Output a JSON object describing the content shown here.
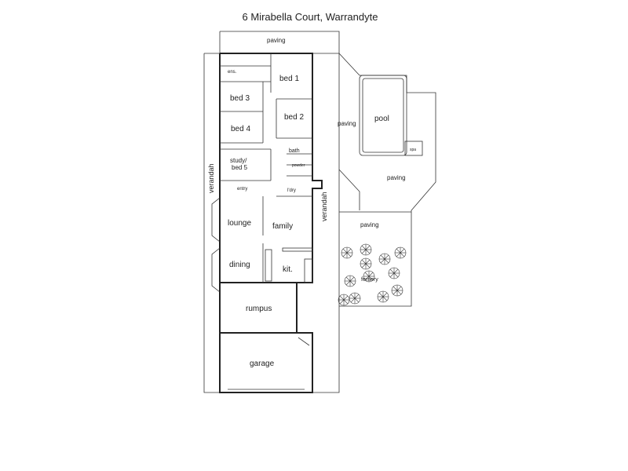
{
  "title": "6 Mirabella Court, Warrandyte",
  "labels": {
    "paving_top": "paving",
    "bed1": "bed 1",
    "ens": "ens.",
    "bed3": "bed 3",
    "bed2": "bed 2",
    "bed4": "bed 4",
    "bath": "bath",
    "powder": "powder",
    "study": "study/",
    "study2": "bed 5",
    "entry": "entry",
    "ldry": "l'dry",
    "verandah_left": "verandah",
    "verandah_right": "verandah",
    "lounge": "lounge",
    "family": "family",
    "dining": "dining",
    "kit": "kit.",
    "rumpus": "rumpus",
    "garage": "garage",
    "pool": "pool",
    "spa": "spa",
    "paving_pool": "paving",
    "paving_right": "paving",
    "paving_mid": "paving",
    "fernery": "fernery"
  }
}
